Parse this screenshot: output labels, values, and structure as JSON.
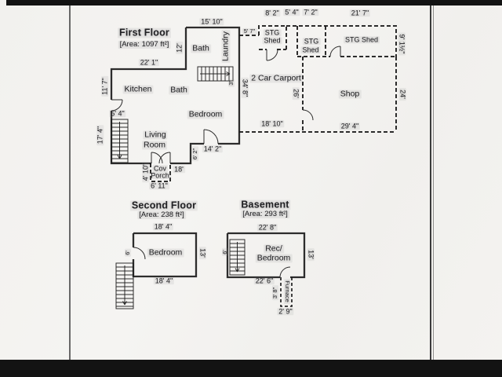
{
  "page": {
    "background": "#f4f3f0",
    "ink": "#1b1b1b"
  },
  "first_floor": {
    "title": "First Floor",
    "area": "[Area: 1097 ft²]",
    "rooms": {
      "kitchen": "Kitchen",
      "bath_upper": "Bath",
      "bath_lower": "Bath",
      "laundry": "Laundry",
      "bedroom": "Bedroom",
      "living1": "Living",
      "living2": "Room",
      "porch1": "Cov",
      "porch2": "Porch"
    },
    "dims": {
      "top": "15' 10\"",
      "bath_left": "12'",
      "kitchen_top": "22' 1\"",
      "kitchen_left": "11' 7\"",
      "door_left": "5' 4\"",
      "stairs_left": "17' 4\"",
      "right": "34' 8\"",
      "bedroom_bottom": "14' 2\"",
      "step": "6' 2\"",
      "bottom_right": "18'",
      "porch_left": "4' 10\"",
      "porch_bottom": "6' 11\"",
      "stairs_width": "3'"
    }
  },
  "outbuildings": {
    "rooms": {
      "shed1a": "STG",
      "shed1b": "Shed",
      "shed2a": "STG",
      "shed2b": "Shed",
      "shed3": "STG Shed",
      "carport": "2 Car Carport",
      "shop": "Shop"
    },
    "dims": {
      "house_gap": "5' 7\"",
      "shed1_top": "8' 2\"",
      "shed_gap_top": "5' 4\"",
      "shed2_top": "7' 2\"",
      "shed3_top": "21' 7\"",
      "shed3_right": "9' 1½\"",
      "divider": "26'",
      "shop_right": "24'",
      "carport_bottom": "18' 10\"",
      "shop_bottom": "29' 4\""
    }
  },
  "second_floor": {
    "title": "Second Floor",
    "area": "[Area: 238 ft²]",
    "rooms": {
      "bedroom": "Bedroom"
    },
    "dims": {
      "top": "18' 4\"",
      "right": "13'",
      "bottom": "18' 4\"",
      "door": "6'"
    }
  },
  "basement": {
    "title": "Basement",
    "area": "[Area: 293 ft²]",
    "rooms": {
      "rec1": "Rec/",
      "rec2": "Bedroom",
      "furnace": "Furnace"
    },
    "dims": {
      "top": "22' 8\"",
      "right": "13'",
      "bottom": "22' 6\"",
      "furnace_left": "3' 8\"",
      "furnace_bottom": "2' 9\"",
      "stairs": "6'"
    }
  }
}
